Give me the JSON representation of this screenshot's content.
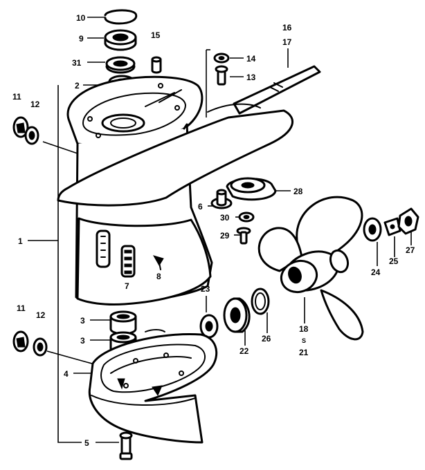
{
  "callouts": {
    "c10": "10",
    "c9": "9",
    "c15": "15",
    "c16": "16",
    "c17": "17",
    "c14": "14",
    "c31": "31",
    "c13": "13",
    "c2": "2",
    "c11a": "11",
    "c12a": "12",
    "c1": "1",
    "c28": "28",
    "c6": "6",
    "c30": "30",
    "c29": "29",
    "c24": "24",
    "c25": "25",
    "c27": "27",
    "c7": "7",
    "c8": "8",
    "c23": "23",
    "c26": "26",
    "c22": "22",
    "c18": "18",
    "c18s": "S",
    "c21": "21",
    "c11b": "11",
    "c12b": "12",
    "c3a": "3",
    "c3b": "3",
    "c4": "4",
    "c5": "5"
  }
}
